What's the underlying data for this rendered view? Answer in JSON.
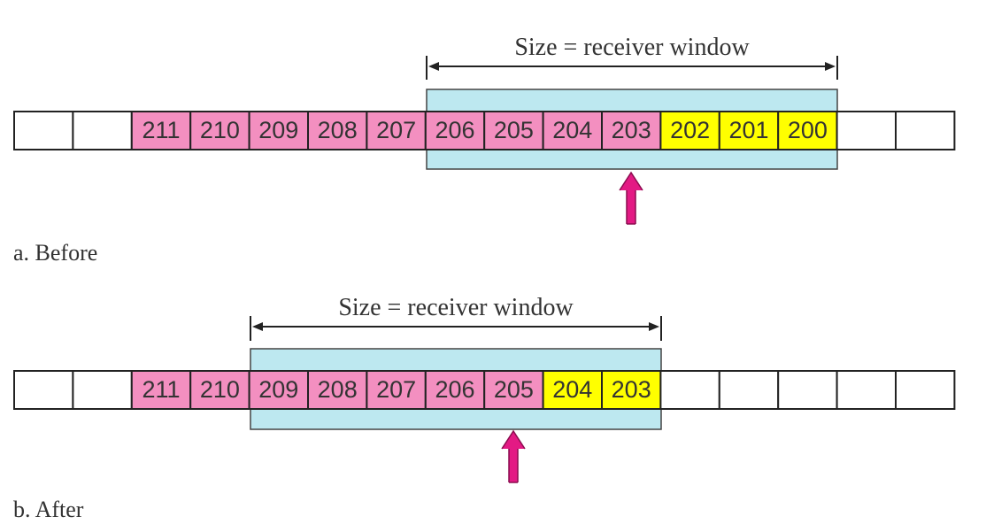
{
  "colors": {
    "empty": "#ffffff",
    "sent_unacked": "#f38fc0",
    "window": "#bde8f0",
    "usable": "#ffff00",
    "arrow": "#e31a84",
    "border": "#222222"
  },
  "panels": [
    {
      "caption": "a. Before",
      "window_label": "Size = receiver window",
      "cells": [
        {
          "label": "",
          "state": "empty"
        },
        {
          "label": "",
          "state": "empty"
        },
        {
          "label": "211",
          "state": "pink"
        },
        {
          "label": "210",
          "state": "pink"
        },
        {
          "label": "209",
          "state": "pink"
        },
        {
          "label": "208",
          "state": "pink"
        },
        {
          "label": "207",
          "state": "pink"
        },
        {
          "label": "206",
          "state": "pink"
        },
        {
          "label": "205",
          "state": "pink"
        },
        {
          "label": "204",
          "state": "pink"
        },
        {
          "label": "203",
          "state": "pink"
        },
        {
          "label": "202",
          "state": "yellow"
        },
        {
          "label": "201",
          "state": "yellow"
        },
        {
          "label": "200",
          "state": "yellow"
        },
        {
          "label": "",
          "state": "empty"
        },
        {
          "label": "",
          "state": "empty"
        }
      ]
    },
    {
      "caption": "b. After",
      "window_label": "Size = receiver window",
      "cells": [
        {
          "label": "",
          "state": "empty"
        },
        {
          "label": "",
          "state": "empty"
        },
        {
          "label": "211",
          "state": "pink"
        },
        {
          "label": "210",
          "state": "pink"
        },
        {
          "label": "209",
          "state": "pink"
        },
        {
          "label": "208",
          "state": "pink"
        },
        {
          "label": "207",
          "state": "pink"
        },
        {
          "label": "206",
          "state": "pink"
        },
        {
          "label": "205",
          "state": "pink"
        },
        {
          "label": "204",
          "state": "yellow"
        },
        {
          "label": "203",
          "state": "yellow"
        },
        {
          "label": "",
          "state": "empty"
        },
        {
          "label": "",
          "state": "empty"
        },
        {
          "label": "",
          "state": "empty"
        },
        {
          "label": "",
          "state": "empty"
        },
        {
          "label": "",
          "state": "empty"
        }
      ]
    }
  ]
}
